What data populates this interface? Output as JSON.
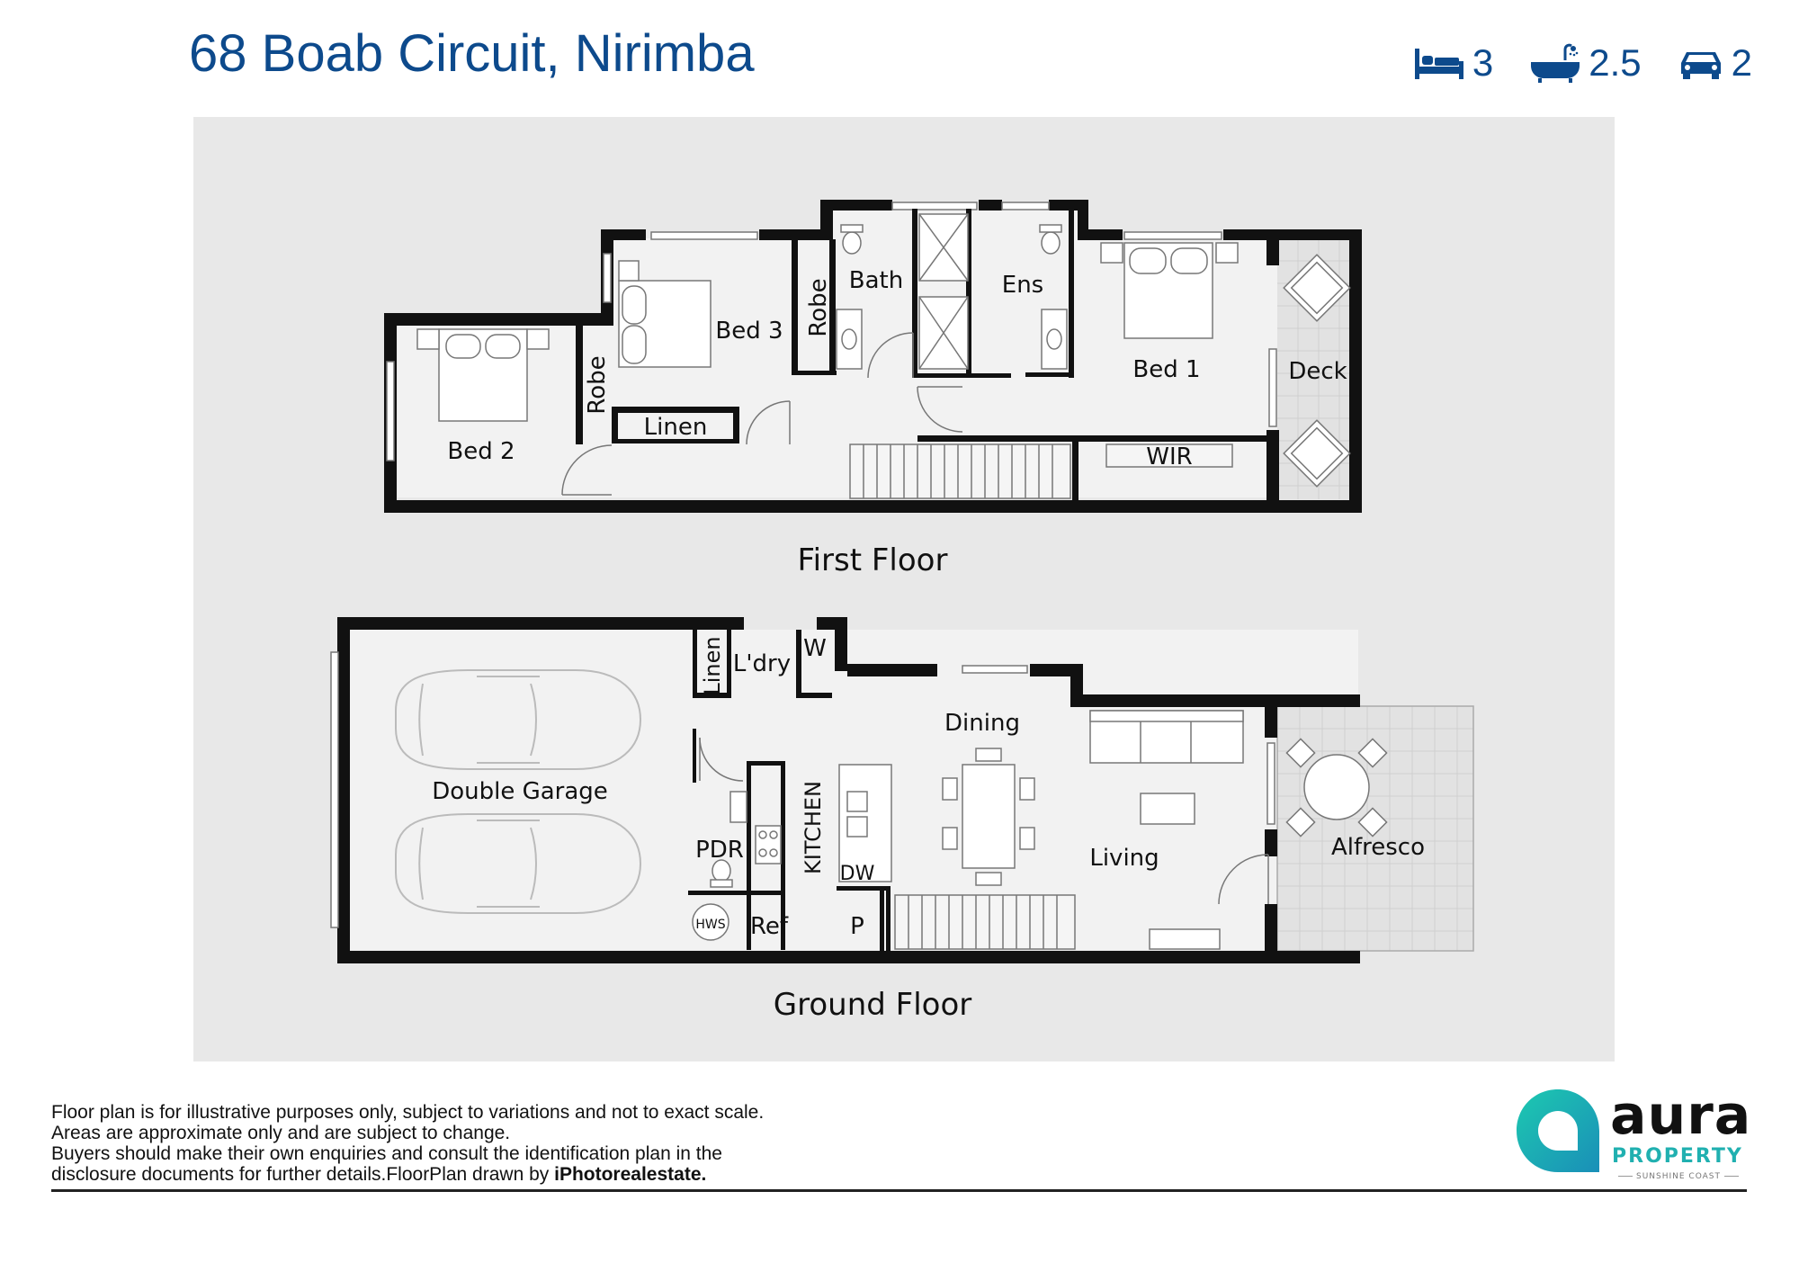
{
  "header": {
    "address": "68 Boab Circuit, Nirimba",
    "bedrooms": "3",
    "bathrooms": "2.5",
    "parking": "2",
    "accent_color": "#0d4a8c"
  },
  "plan": {
    "first_floor_label": "First Floor",
    "ground_floor_label": "Ground Floor",
    "rooms": {
      "bed2": "Bed 2",
      "robe_left": "Robe",
      "bed3": "Bed 3",
      "linen_upper": "Linen",
      "robe_mid": "Robe",
      "bath": "Bath",
      "ens": "Ens",
      "bed1": "Bed 1",
      "deck": "Deck",
      "wir": "WIR",
      "double_garage": "Double Garage",
      "linen_lower": "Linen",
      "laundry": "L'dry",
      "wc": "W",
      "dining": "Dining",
      "kitchen": "KITCHEN",
      "pdr": "PDR",
      "dw": "DW",
      "hws": "HWS",
      "ref": "Ref",
      "pantry": "P",
      "living": "Living",
      "alfresco": "Alfresco"
    }
  },
  "footer": {
    "disclaimer_line1": "Floor plan is for illustrative purposes only, subject to variations and not to exact scale.",
    "disclaimer_line2": "Areas are approximate only and are subject to change.",
    "disclaimer_line3": "Buyers should make their own enquiries and consult the identification plan in the",
    "disclaimer_line4": "disclosure documents for further details.FloorPlan drawn by",
    "credit": "iPhotorealestate.",
    "logo_word": "aura",
    "logo_sub": "PROPERTY",
    "logo_tag": "SUNSHINE COAST",
    "logo_color": "#20b0b0"
  }
}
